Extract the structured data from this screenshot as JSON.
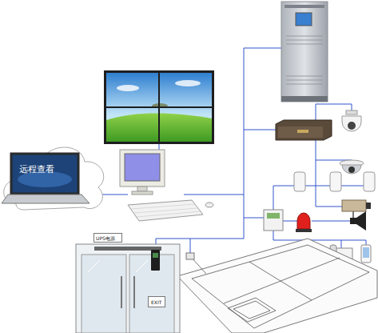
{
  "diagram": {
    "nodes": [
      {
        "text": [
          "远程查看"
        ]
      },
      {
        "text": [
          "UPS电源"
        ]
      },
      {
        "text": [
          "EXIT"
        ]
      }
    ]
  }
}
